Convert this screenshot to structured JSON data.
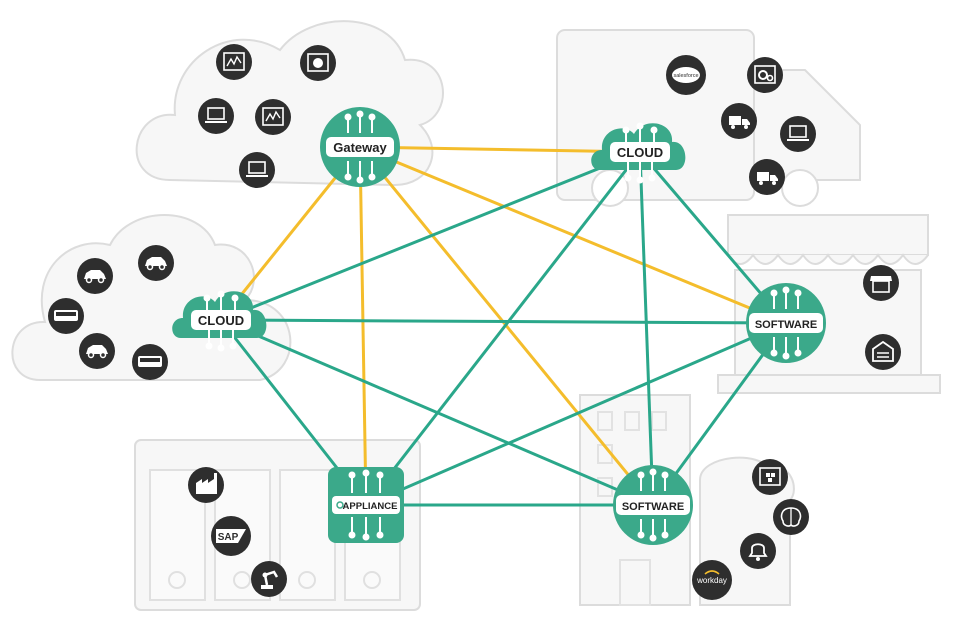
{
  "nodes": {
    "gateway": {
      "label": "Gateway"
    },
    "cloud_top": {
      "label": "CLOUD"
    },
    "cloud_left": {
      "label": "CLOUD"
    },
    "software_right": {
      "label": "SOFTWARE"
    },
    "software_bottom": {
      "label": "SOFTWARE"
    },
    "appliance": {
      "label": "APPLIANCE"
    }
  },
  "logos": {
    "salesforce": "salesforce",
    "sap": "SAP",
    "workday": "workday"
  },
  "colors": {
    "node": "#3ba98a",
    "link_green": "#2aa78a",
    "link_yellow": "#f4bd2c",
    "backdrop_fill": "#f7f7f7",
    "backdrop_stroke": "#dcdcdc",
    "icon_circle": "#2e2e2e"
  },
  "links": [
    {
      "from": "gateway",
      "to": "cloud_top",
      "color": "yellow"
    },
    {
      "from": "gateway",
      "to": "cloud_left",
      "color": "yellow"
    },
    {
      "from": "gateway",
      "to": "software_right",
      "color": "yellow"
    },
    {
      "from": "gateway",
      "to": "software_bottom",
      "color": "yellow"
    },
    {
      "from": "gateway",
      "to": "appliance",
      "color": "yellow"
    },
    {
      "from": "cloud_top",
      "to": "cloud_left",
      "color": "green"
    },
    {
      "from": "cloud_top",
      "to": "software_right",
      "color": "green"
    },
    {
      "from": "cloud_top",
      "to": "software_bottom",
      "color": "green"
    },
    {
      "from": "cloud_top",
      "to": "appliance",
      "color": "green"
    },
    {
      "from": "cloud_left",
      "to": "software_right",
      "color": "green"
    },
    {
      "from": "cloud_left",
      "to": "software_bottom",
      "color": "green"
    },
    {
      "from": "cloud_left",
      "to": "appliance",
      "color": "green"
    },
    {
      "from": "software_right",
      "to": "appliance",
      "color": "green"
    },
    {
      "from": "software_right",
      "to": "software_bottom",
      "color": "green"
    },
    {
      "from": "appliance",
      "to": "software_bottom",
      "color": "green"
    }
  ],
  "icons": [
    "chart-window-icon",
    "pie-window-icon",
    "laptop-icon",
    "chart-window-icon",
    "laptop-icon",
    "salesforce-icon",
    "gears-window-icon",
    "truck-icon",
    "laptop-icon",
    "truck-icon",
    "car-icon",
    "car-icon",
    "bus-icon",
    "car-icon",
    "bus-icon",
    "storefront-icon",
    "garage-icon",
    "factory-icon",
    "sap-icon",
    "robot-arm-icon",
    "cubes-window-icon",
    "brain-icon",
    "bell-icon",
    "workday-icon"
  ]
}
